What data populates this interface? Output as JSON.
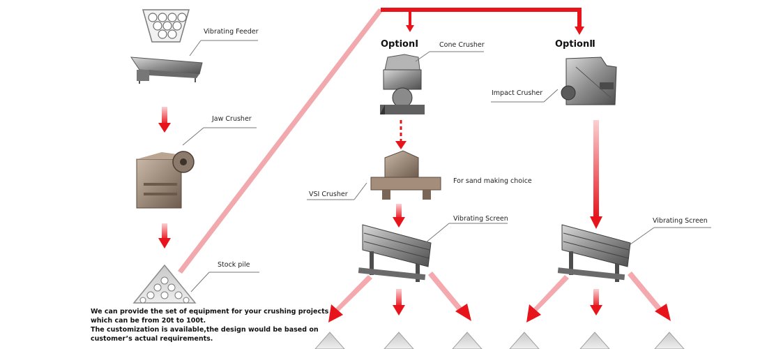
{
  "labels": {
    "vibrating_feeder": "Vibrating Feeder",
    "jaw_crusher": "Jaw Crusher",
    "stock_pile": "Stock pile",
    "option_1": "OptionⅠ",
    "option_2": "OptionⅡ",
    "cone_crusher": "Cone Crusher",
    "impact_crusher": "Impact Crusher",
    "vsi_crusher": "VSI Crusher",
    "sand_making": "For sand making choice",
    "vibrating_screen_1": "Vibrating Screen",
    "vibrating_screen_2": "Vibrating Screen"
  },
  "description": {
    "line1": "We can provide the set of equipment for your crushing projects",
    "line2": "which can be from 20t to 100t.",
    "line3": "The customization is available,the design would be based on",
    "line4": "customer’s actual requirements."
  },
  "colors": {
    "arrow": "#e8141c",
    "machine": "#8a8a8a",
    "leader_line": "#777777",
    "pile": "#9a9a9a"
  },
  "icons": {
    "feeder_hopper": "hopper-icon",
    "arrow": "red-arrow-icon",
    "pile": "pile-icon"
  }
}
